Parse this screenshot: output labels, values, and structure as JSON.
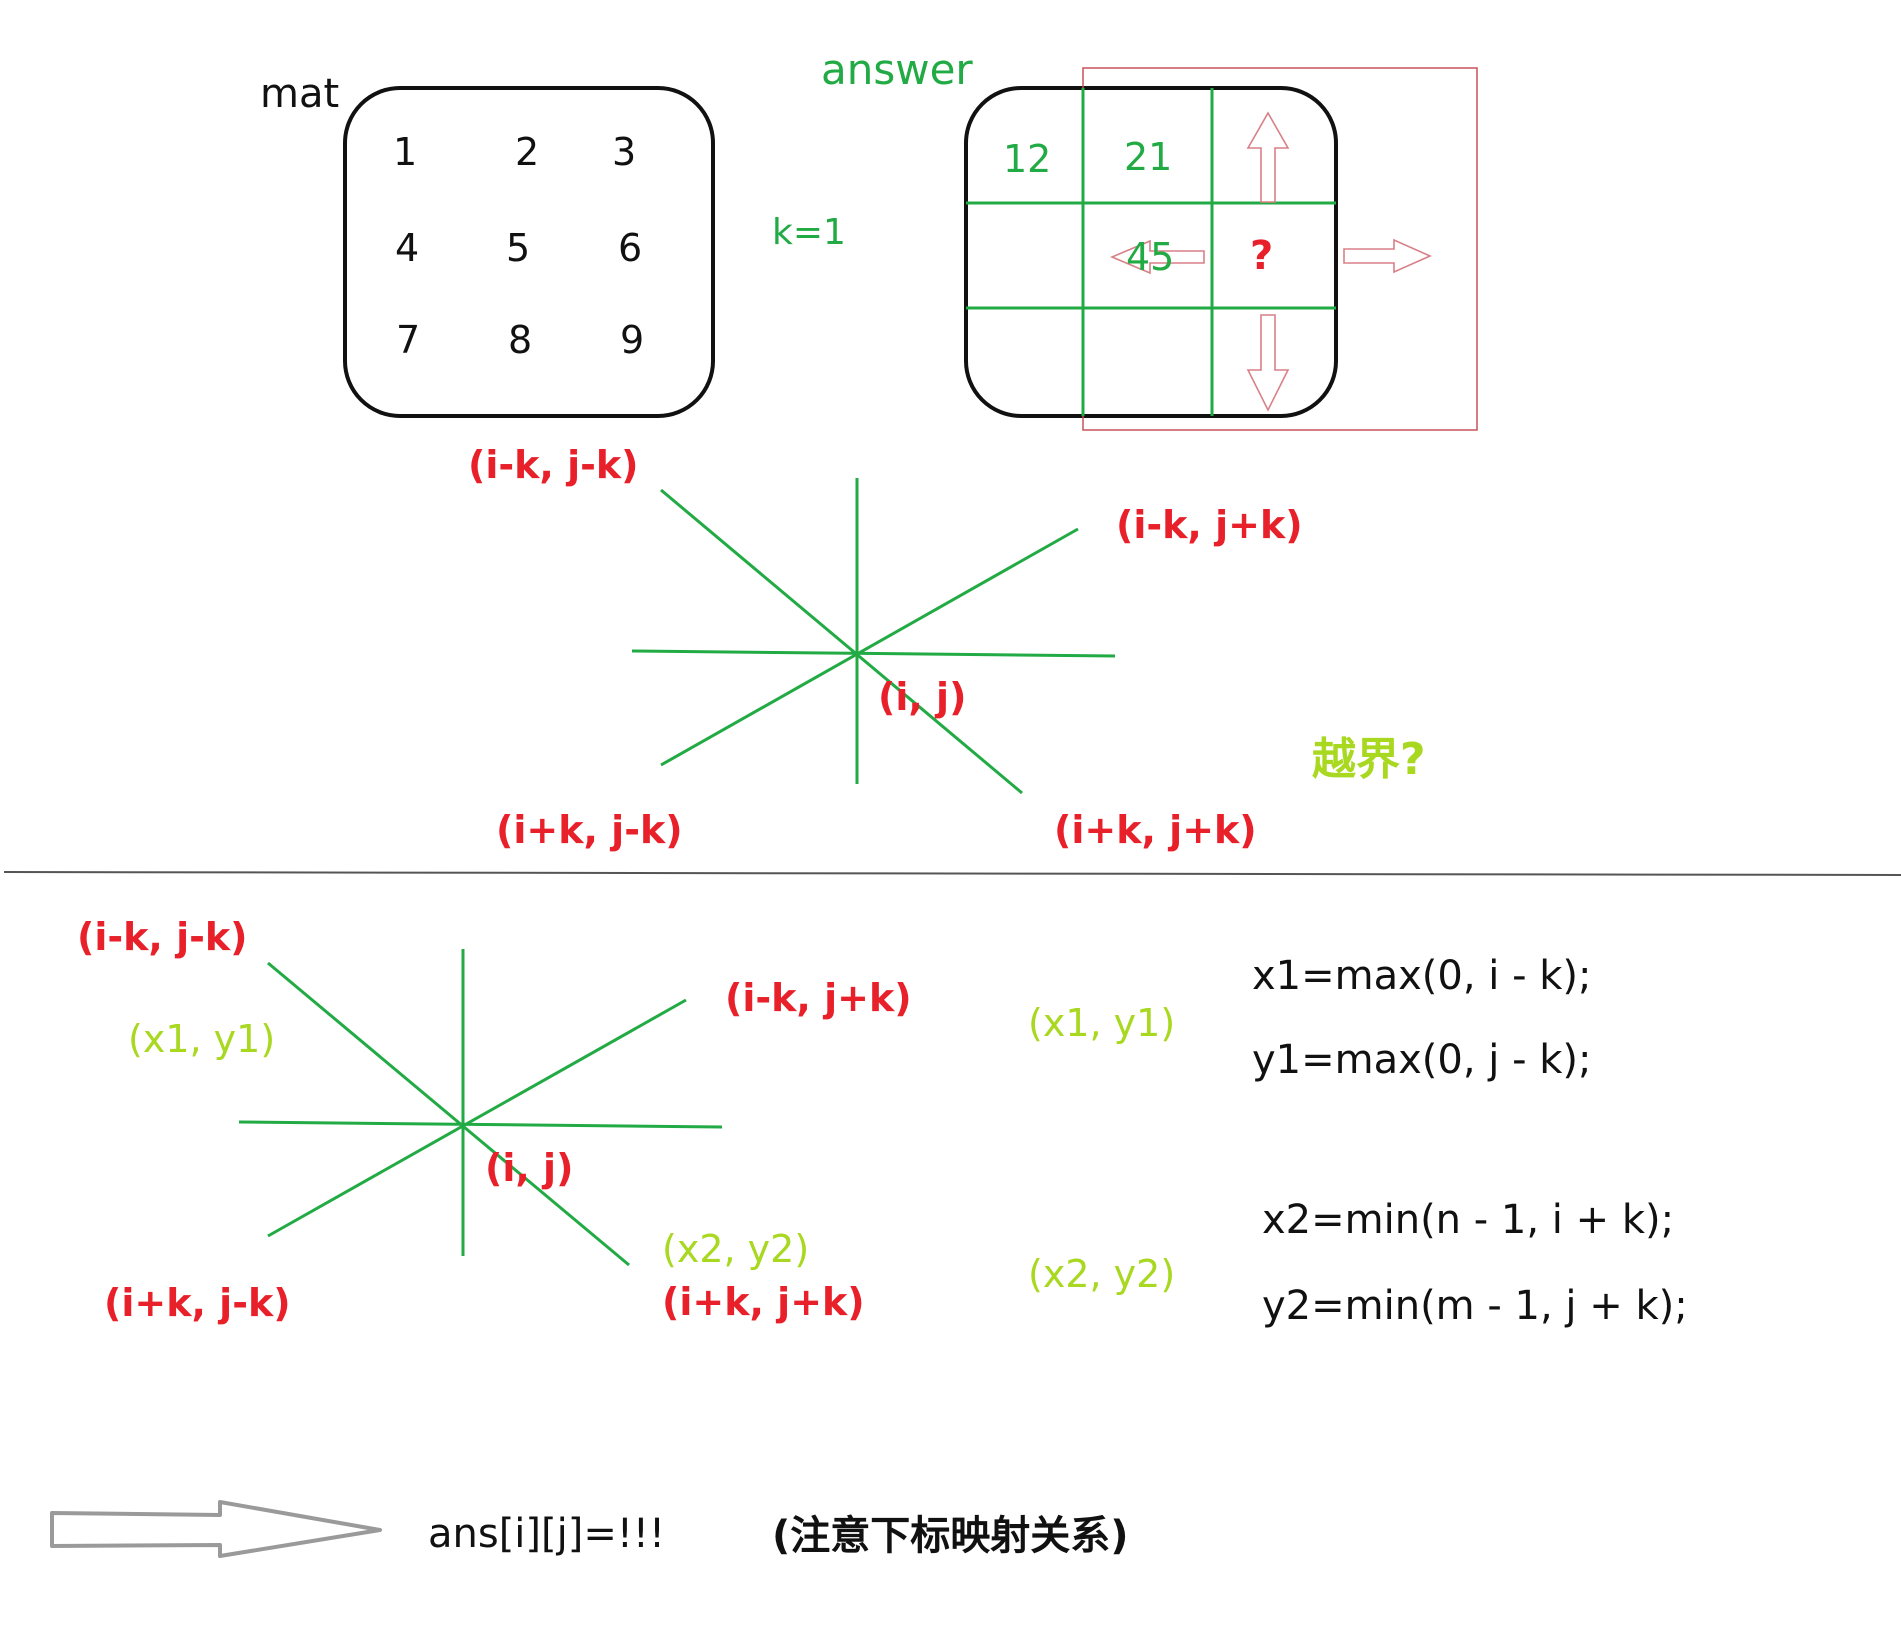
{
  "colors": {
    "black": "#111111",
    "green": "#22aa44",
    "red": "#e8202a",
    "lime": "#a8d820",
    "outline_gray": "#9a9a9a",
    "box_red": "#c8505a"
  },
  "top": {
    "mat_label": "mat",
    "mat_values": [
      "1",
      "2",
      "3",
      "4",
      "5",
      "6",
      "7",
      "8",
      "9"
    ],
    "k_label": "k=1",
    "answer_label": "answer",
    "answer_values": {
      "c00": "12",
      "c01": "21",
      "c11": "45",
      "c12": "?"
    },
    "arrow_icons": [
      "arrow-up-icon",
      "arrow-down-icon",
      "arrow-left-icon",
      "arrow-right-icon"
    ],
    "star": {
      "top_left": "(i-k, j-k)",
      "top_right": "(i-k, j+k)",
      "center": "(i, j)",
      "bottom_left": "(i+k, j-k)",
      "bottom_right": "(i+k, j+k)"
    },
    "out_of_bounds": "越界?"
  },
  "bottom": {
    "star": {
      "top_left": "(i-k, j-k)",
      "top_left_alias": "(x1, y1)",
      "top_right": "(i-k, j+k)",
      "center": "(i, j)",
      "bottom_left": "(i+k, j-k)",
      "bottom_right_alias": "(x2, y2)",
      "bottom_right": "(i+k, j+k)"
    },
    "formula_groups": [
      {
        "label": "(x1, y1)",
        "lines": [
          "x1=max(0, i - k);",
          "y1=max(0, j - k);"
        ]
      },
      {
        "label": "(x2, y2)",
        "lines": [
          "x2=min(n - 1, i + k);",
          "y2=min(m - 1, j + k);"
        ]
      }
    ],
    "result_text": "ans[i][j]=!!!",
    "note_text": "(注意下标映射关系)"
  }
}
